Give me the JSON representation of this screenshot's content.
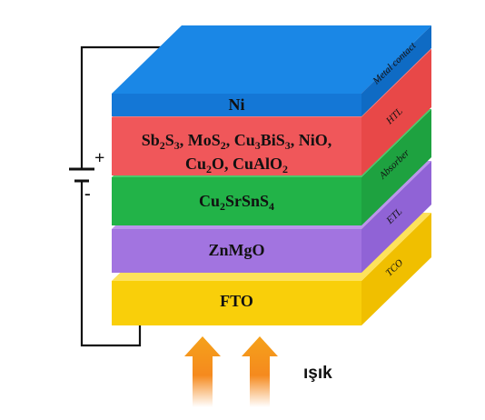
{
  "layers": [
    {
      "id": "fto",
      "front": {
        "runs": [
          [
            "FTO",
            ""
          ]
        ]
      },
      "side": "TCO",
      "colors": {
        "front": "#f9cf0a",
        "top": "#fde25c",
        "side": "#f0bf00"
      }
    },
    {
      "id": "znmgo",
      "front": {
        "runs": [
          [
            "ZnMgO",
            ""
          ]
        ]
      },
      "side": "ETL",
      "colors": {
        "front": "#a274e0",
        "top": "#bb95ec",
        "side": "#9063d6"
      }
    },
    {
      "id": "absorber",
      "front": {
        "runs": [
          [
            "Cu",
            ""
          ],
          [
            "2",
            "sub"
          ],
          [
            "SrSnS",
            ""
          ],
          [
            "4",
            "sub"
          ]
        ]
      },
      "side": "Absorber",
      "colors": {
        "front": "#22b348",
        "top": "#4cc86b",
        "side": "#1ea240"
      }
    },
    {
      "id": "htl",
      "front": {
        "runs": [
          [
            "Sb",
            ""
          ],
          [
            "2",
            "sub"
          ],
          [
            "S",
            ""
          ],
          [
            "3",
            "sub"
          ],
          [
            ", MoS",
            ""
          ],
          [
            "2",
            "sub"
          ],
          [
            ", Cu",
            ""
          ],
          [
            "3",
            "sub"
          ],
          [
            "BiS",
            ""
          ],
          [
            "3",
            "sub"
          ],
          [
            ", NiO,",
            ""
          ]
        ],
        "runs2": [
          [
            "Cu",
            ""
          ],
          [
            "2",
            "sub"
          ],
          [
            "O, CuAlO",
            ""
          ],
          [
            "2",
            "sub"
          ]
        ]
      },
      "side": "HTL",
      "colors": {
        "front": "#f0575a",
        "top": "#f47b7d",
        "side": "#e84848"
      }
    },
    {
      "id": "ni",
      "front": {
        "runs": [
          [
            "Ni",
            ""
          ]
        ]
      },
      "side": "Metal contact",
      "colors": {
        "front": "#1477d6",
        "top": "#1a87e6",
        "side": "#0f6bc4"
      }
    }
  ],
  "circuit": {
    "plus": "+",
    "minus": "-"
  },
  "light": {
    "label": "ışık",
    "arrow_color": "#f5a11a"
  }
}
